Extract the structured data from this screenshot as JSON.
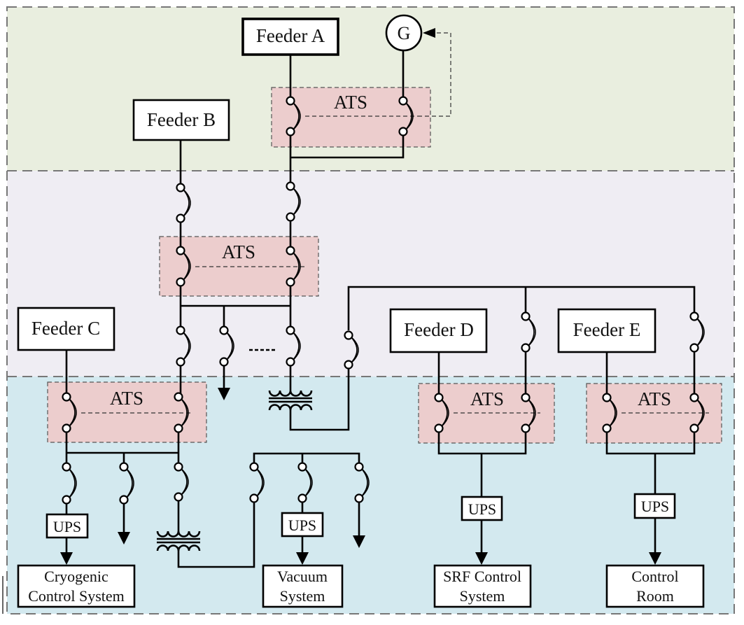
{
  "diagram": {
    "title": "Power distribution with ATS switching",
    "colors": {
      "zone_top": "#E9EEDF",
      "zone_middle": "#EFEDF3",
      "zone_bottom": "#D3E9EF",
      "ats_fill": "#ECCDCD",
      "line": "#000000",
      "zone_border": "#777777"
    },
    "feeders": {
      "a": "Feeder A",
      "b": "Feeder B",
      "c": "Feeder C",
      "d": "Feeder D",
      "e": "Feeder E"
    },
    "generator": "G",
    "ats_label": "ATS",
    "ups_label": "UPS",
    "ellipsis": ".....",
    "loads": {
      "cryogenic_line1": "Cryogenic",
      "cryogenic_line2": "Control System",
      "vacuum_line1": "Vacuum",
      "vacuum_line2": "System",
      "srf_line1": "SRF Control",
      "srf_line2": "System",
      "control_line1": "Control",
      "control_line2": "Room"
    }
  }
}
